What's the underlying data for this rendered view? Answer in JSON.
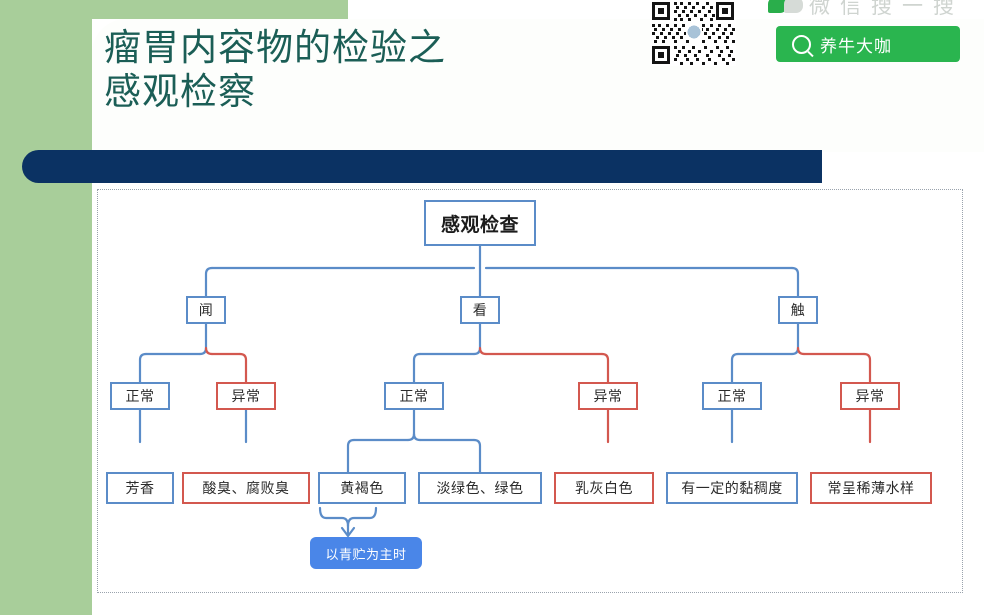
{
  "slide": {
    "title": "瘤胃内容物的检验之\n感观检察",
    "title_color": "#1b5e56",
    "accent_green": "#a8ce9a",
    "accent_navy": "#0b3263"
  },
  "wechat_promo": {
    "header_text": "微信搜一搜",
    "bubble_icon": "wechat-bubble-icon",
    "search_icon": "search-icon",
    "search_label": "养牛大咖",
    "button_color": "#2ab54f",
    "qr_icon": "qr-code-icon"
  },
  "diagram": {
    "root": {
      "label": "感观检查",
      "style": "normal"
    },
    "branches": [
      {
        "label": "闻",
        "children": [
          {
            "label": "正常",
            "style": "normal",
            "leaves": [
              {
                "label": "芳香",
                "style": "normal"
              }
            ]
          },
          {
            "label": "异常",
            "style": "abnormal",
            "leaves": [
              {
                "label": "酸臭、腐败臭",
                "style": "abnormal"
              }
            ]
          }
        ]
      },
      {
        "label": "看",
        "children": [
          {
            "label": "正常",
            "style": "normal",
            "leaves": [
              {
                "label": "黄褐色",
                "style": "normal",
                "note": "以青贮为主时"
              },
              {
                "label": "淡绿色、绿色",
                "style": "normal"
              }
            ]
          },
          {
            "label": "异常",
            "style": "abnormal",
            "leaves": [
              {
                "label": "乳灰白色",
                "style": "abnormal"
              }
            ]
          }
        ]
      },
      {
        "label": "触",
        "children": [
          {
            "label": "正常",
            "style": "normal",
            "leaves": [
              {
                "label": "有一定的黏稠度",
                "style": "normal"
              }
            ]
          },
          {
            "label": "异常",
            "style": "abnormal",
            "leaves": [
              {
                "label": "常呈稀薄水样",
                "style": "abnormal"
              }
            ]
          }
        ]
      }
    ],
    "note_box": {
      "label": "以青贮为主时",
      "fill": "#4a86e8"
    },
    "colors": {
      "normal_line": "#5b8cc8",
      "abnormal_line": "#d3584f"
    }
  }
}
